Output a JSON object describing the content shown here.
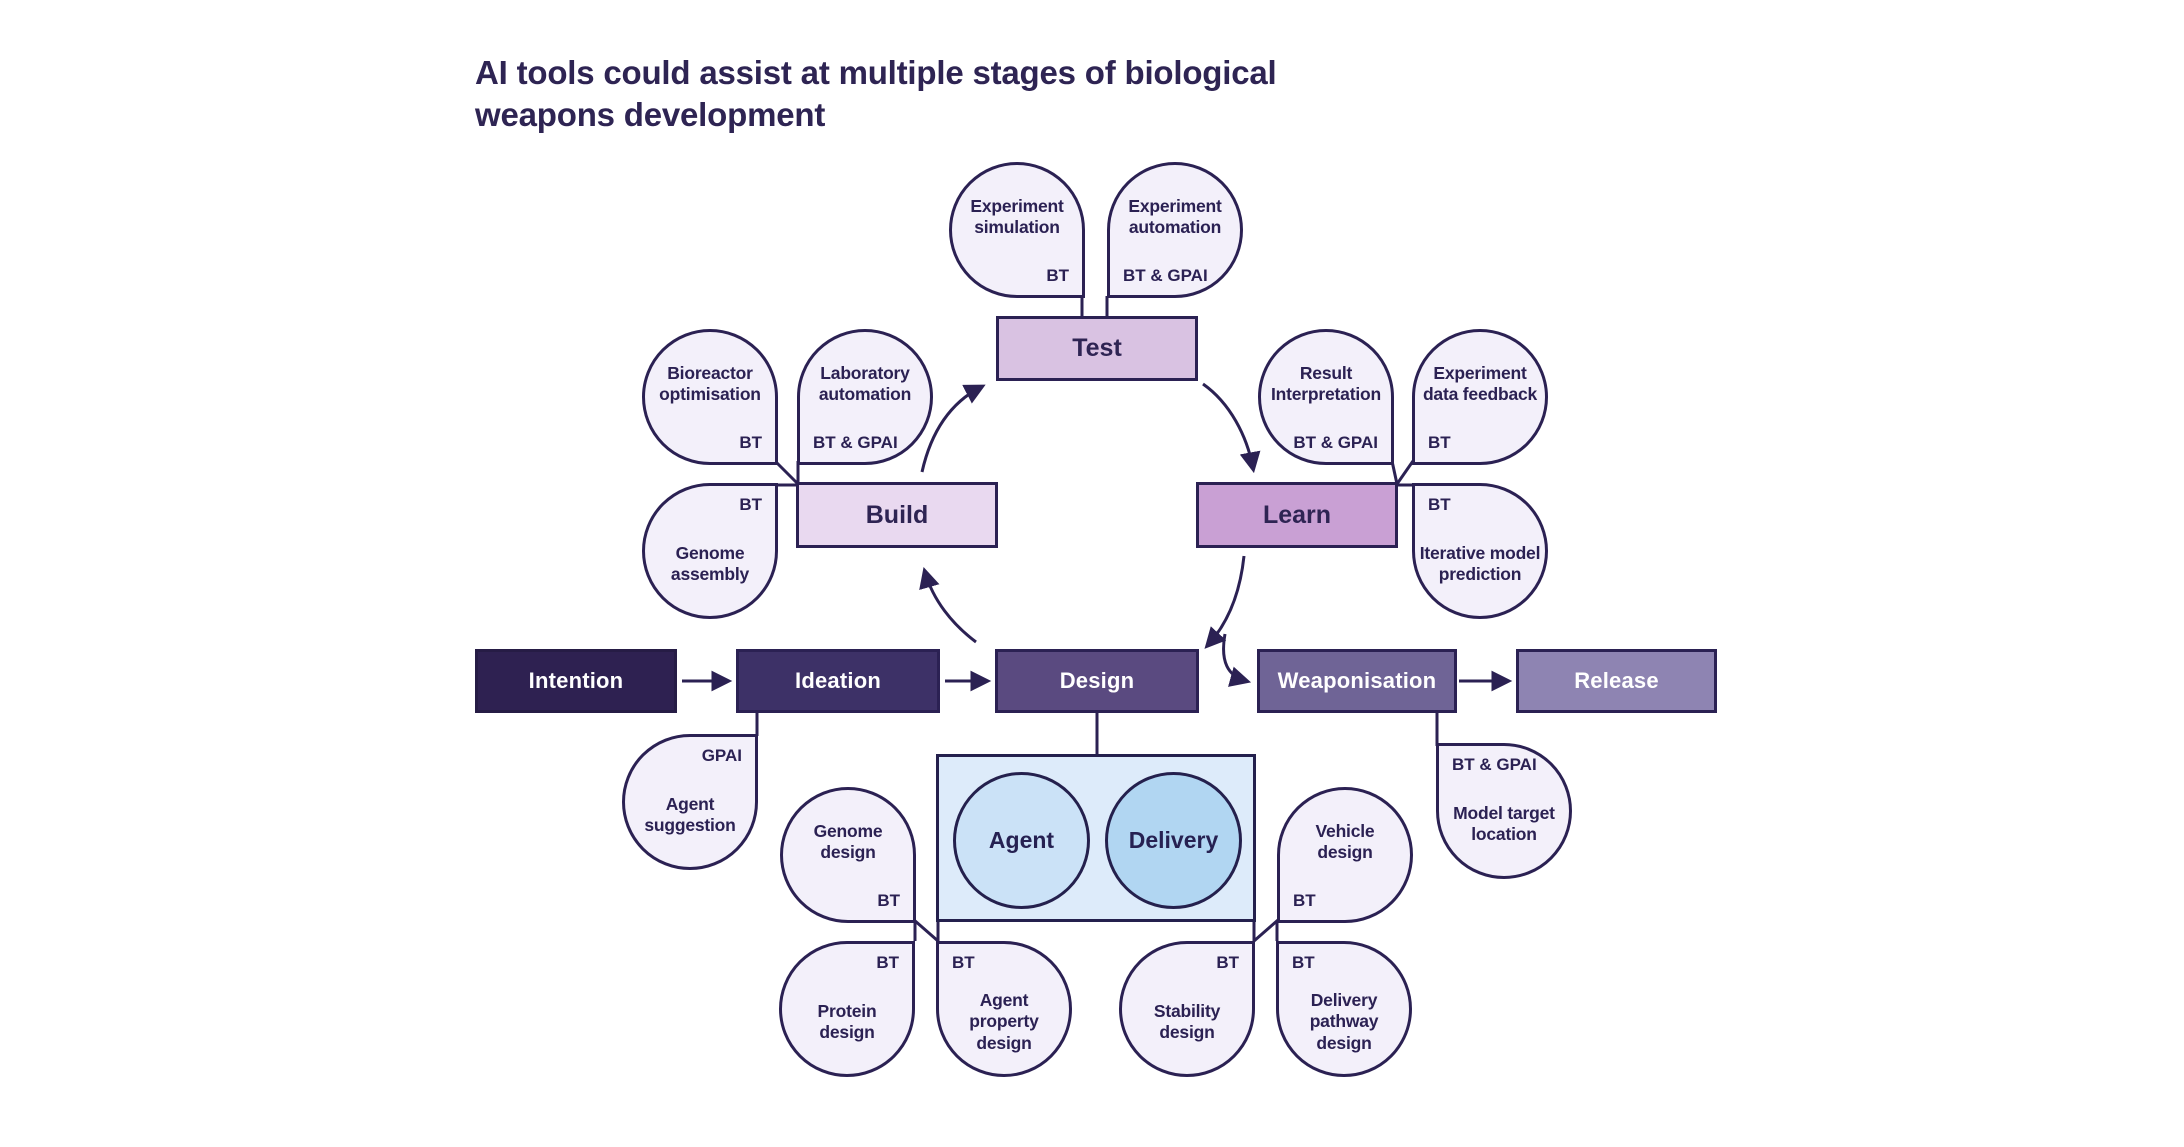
{
  "title": {
    "line1": "AI tools could assist at multiple stages of biological",
    "line2": "weapons development"
  },
  "cycle": {
    "test": {
      "label": "Test"
    },
    "build": {
      "label": "Build"
    },
    "learn": {
      "label": "Learn"
    }
  },
  "pipeline": {
    "intention": {
      "label": "Intention"
    },
    "ideation": {
      "label": "Ideation"
    },
    "design": {
      "label": "Design"
    },
    "weaponisation": {
      "label": "Weaponisation"
    },
    "release": {
      "label": "Release"
    }
  },
  "design_detail": {
    "agent": {
      "label": "Agent"
    },
    "delivery": {
      "label": "Delivery"
    }
  },
  "bubbles": [
    {
      "id": "experiment-simulation",
      "label": "Experiment simulation",
      "tag": "BT"
    },
    {
      "id": "experiment-automation",
      "label": "Experiment automation",
      "tag": "BT & GPAI"
    },
    {
      "id": "bioreactor-optimisation",
      "label": "Bioreactor optimisation",
      "tag": "BT"
    },
    {
      "id": "laboratory-automation",
      "label": "Laboratory automation",
      "tag": "BT & GPAI"
    },
    {
      "id": "genome-assembly",
      "label": "Genome assembly",
      "tag": "BT"
    },
    {
      "id": "result-interpretation",
      "label": "Result Interpretation",
      "tag": "BT & GPAI"
    },
    {
      "id": "experiment-data-feedback",
      "label": "Experiment data feedback",
      "tag": "BT"
    },
    {
      "id": "iterative-model-prediction",
      "label": "Iterative model prediction",
      "tag": "BT"
    },
    {
      "id": "agent-suggestion",
      "label": "Agent suggestion",
      "tag": "GPAI"
    },
    {
      "id": "genome-design",
      "label": "Genome design",
      "tag": "BT"
    },
    {
      "id": "vehicle-design",
      "label": "Vehicle design",
      "tag": "BT"
    },
    {
      "id": "model-target-location",
      "label": "Model target location",
      "tag": "BT & GPAI"
    },
    {
      "id": "protein-design",
      "label": "Protein design",
      "tag": "BT"
    },
    {
      "id": "agent-property-design",
      "label": "Agent property design",
      "tag": "BT"
    },
    {
      "id": "stability-design",
      "label": "Stability design",
      "tag": "BT"
    },
    {
      "id": "delivery-pathway-design",
      "label": "Delivery pathway design",
      "tag": "BT"
    }
  ],
  "colors": {
    "ink": "#2b2153",
    "bubble_fill": "#f3f0fa",
    "test_fill": "#d9c2e2",
    "build_fill": "#e9d9f0",
    "learn_fill": "#c9a0d4",
    "intention_fill": "#2e2151",
    "ideation_fill": "#3d3167",
    "design_fill": "#5a4a80",
    "weaponisation_fill": "#6f6496",
    "release_fill": "#8e84b2",
    "detail_box_fill": "#ddebfa",
    "agent_circle_fill": "#cbe2f7",
    "delivery_circle_fill": "#b1d6f2"
  }
}
